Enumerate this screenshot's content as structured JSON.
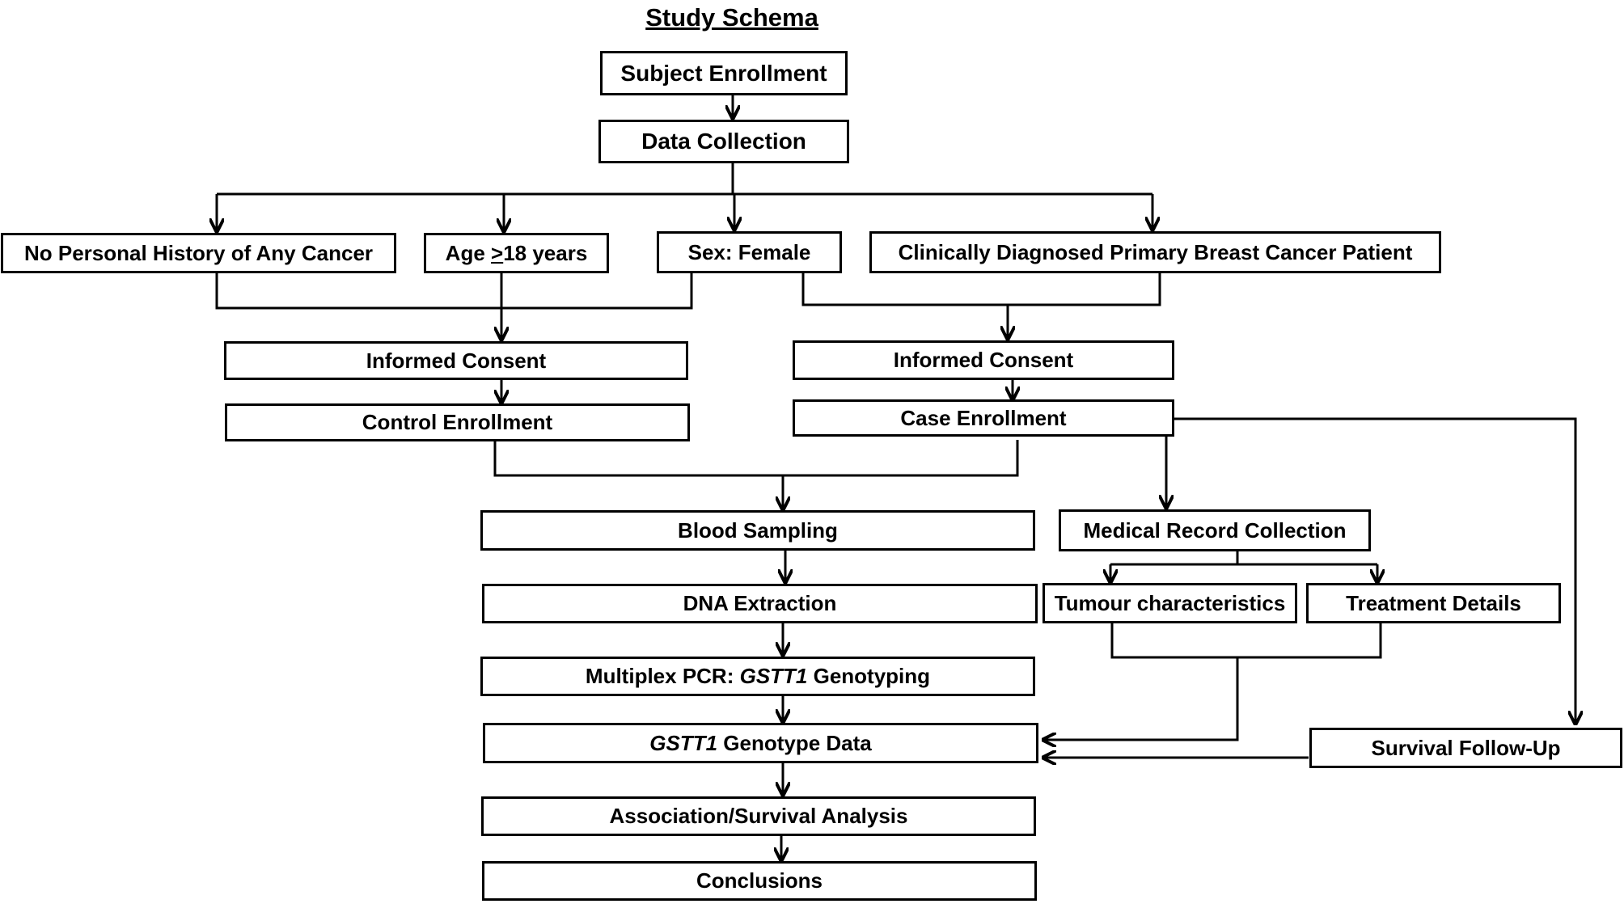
{
  "title": "Study Schema",
  "nodes": {
    "subject_enrollment": "Subject Enrollment",
    "data_collection": "Data Collection",
    "no_history": "No Personal History of Any Cancer",
    "age_pre": "Age ",
    "age_symbol": ">",
    "age_post": "18 years",
    "sex": "Sex: Female",
    "diagnosed": "Clinically Diagnosed Primary Breast Cancer Patient",
    "consent_control": "Informed Consent",
    "consent_case": "Informed Consent",
    "control_enrollment": "Control Enrollment",
    "case_enrollment": "Case Enrollment",
    "blood_sampling": "Blood Sampling",
    "medical_record": "Medical Record Collection",
    "dna_extraction": "DNA Extraction",
    "tumour": "Tumour characteristics",
    "treatment": "Treatment Details",
    "pcr_pre": "Multiplex PCR: ",
    "pcr_gene": "GSTT1",
    "pcr_post": " Genotyping",
    "genotype_gene": "GSTT1",
    "genotype_post": " Genotype Data",
    "survival_followup": "Survival Follow-Up",
    "analysis": "Association/Survival Analysis",
    "conclusions": "Conclusions"
  },
  "colors": {
    "line": "#000000",
    "box_fill": "#ffffff",
    "text": "#000000"
  }
}
